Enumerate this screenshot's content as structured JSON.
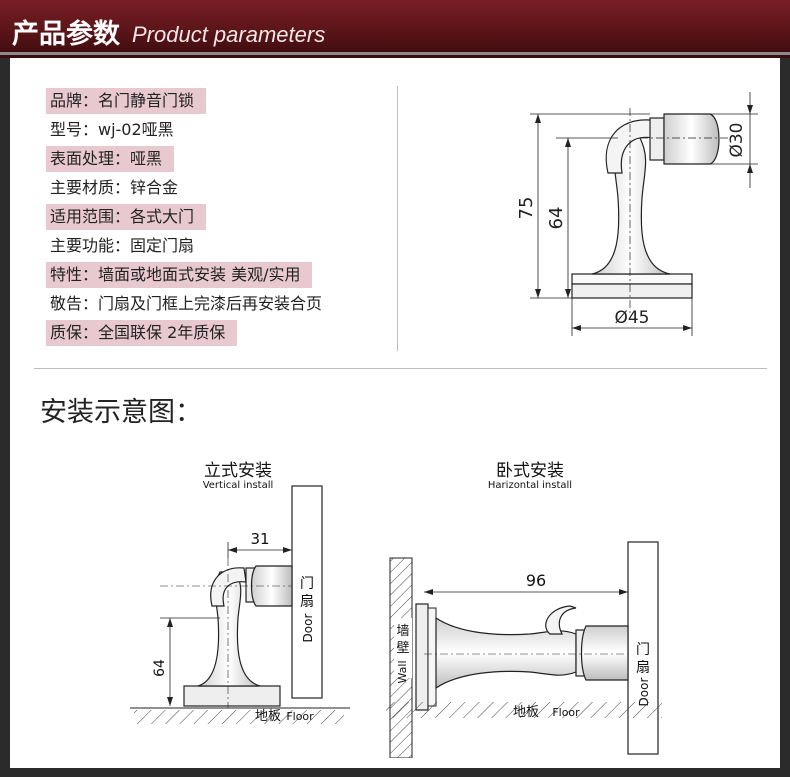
{
  "header": {
    "title_cn": "产品参数",
    "title_en": "Product parameters",
    "bg_color": "#5a1418"
  },
  "specs": [
    {
      "text": "品牌：名门静音门锁",
      "highlight": true
    },
    {
      "text": "型号：wj-02哑黑",
      "highlight": false
    },
    {
      "text": "表面处理：哑黑",
      "highlight": true
    },
    {
      "text": "主要材质：锌合金",
      "highlight": false
    },
    {
      "text": "适用范围：各式大门",
      "highlight": true
    },
    {
      "text": "主要功能：固定门扇",
      "highlight": false
    },
    {
      "text": "特性：墙面或地面式安装 美观/实用",
      "highlight": true
    },
    {
      "text": "敬告：门扇及门框上完漆后再安装合页",
      "highlight": false
    },
    {
      "text": "质保：全国联保 2年质保",
      "highlight": true
    }
  ],
  "dimension_drawing": {
    "height_total": "75",
    "height_body": "64",
    "head_diameter": "Ø30",
    "base_diameter": "Ø45"
  },
  "install": {
    "title": "安装示意图：",
    "vertical": {
      "title_cn": "立式安装",
      "title_en": "Vertical install",
      "dim_horizontal": "31",
      "dim_vertical": "64",
      "door_cn": "门扇",
      "door_en": "Door",
      "floor_cn": "地板",
      "floor_en": "Floor"
    },
    "horizontal": {
      "title_cn": "卧式安装",
      "title_en": "Harizontal install",
      "dim_length": "96",
      "wall_cn": "墙壁",
      "wall_en": "Wall",
      "door_cn": "门扇",
      "door_en": "Door",
      "floor_cn": "地板",
      "floor_en": "Floor"
    }
  }
}
